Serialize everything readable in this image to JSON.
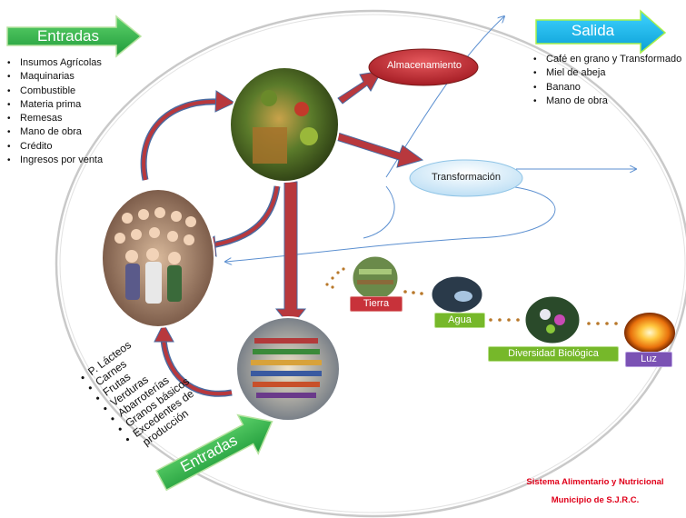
{
  "entradas_top": {
    "title": "Entradas",
    "items": [
      "Insumos Agrícolas",
      "Maquinarias",
      "Combustible",
      "Materia prima",
      "Remesas",
      "Mano de obra",
      "Crédito",
      "Ingresos por venta"
    ]
  },
  "salida": {
    "title": "Salida",
    "items": [
      "Café en grano y Transformado",
      "Miel de abeja",
      "Banano",
      "Mano de obra"
    ]
  },
  "process": {
    "almacenamiento": "Almacenamiento",
    "transformacion": "Transformación"
  },
  "resources": {
    "tierra": "Tierra",
    "agua": "Agua",
    "diversidad": "Diversidad Biológica",
    "luz": "Luz"
  },
  "entradas_bottom": {
    "title": "Entradas",
    "items": [
      "P. Lácteos",
      "Carnes",
      "Frutas",
      "Verduras",
      "Abarroterías",
      "Granos básicos",
      "Excedentes de",
      "producción"
    ]
  },
  "footer": {
    "line1": "Sistema Alimentario y Nutricional",
    "line2": "Municipio de S.J.R.C."
  },
  "colors": {
    "arrow_green": "#2fae4a",
    "arrow_cyan": "#14b8e8",
    "storage_red": "#c0242a",
    "flow_arrow": "#b8383d",
    "transform_blue": "#cfe9f7",
    "pill_red": "#c8323a",
    "pill_green": "#76b82a",
    "pill_purple": "#7b52b4",
    "footer_red": "#e0001a"
  }
}
